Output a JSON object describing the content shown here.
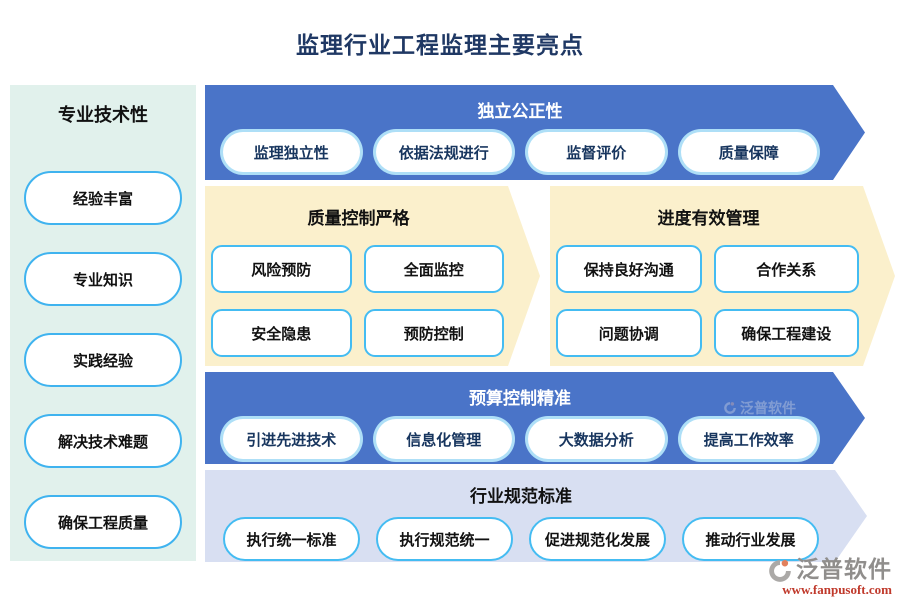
{
  "page": {
    "title": "监理行业工程监理主要亮点"
  },
  "colors": {
    "title_navy": "#1F3864",
    "band_blue": "#4A74C8",
    "band_cream": "#FBF0CC",
    "band_periwinkle": "#D8DFF2",
    "sidebar_mint": "#E1F1EC",
    "pill_border_blue": "#44BCF2",
    "pill_text_navy": "#17355E",
    "brand_gray": "#908E8C",
    "brand_red": "#C0392B"
  },
  "sidebar": {
    "title": "专业技术性",
    "items": [
      "经验丰富",
      "专业知识",
      "实践经验",
      "解决技术难题",
      "确保工程质量"
    ]
  },
  "bands": [
    {
      "title": "独立公正性",
      "pills": [
        "监理独立性",
        "依据法规进行",
        "监督评价",
        "质量保障"
      ]
    },
    {
      "sections": [
        {
          "title": "质量控制严格",
          "pills": [
            "风险预防",
            "全面监控",
            "安全隐患",
            "预防控制"
          ]
        },
        {
          "title": "进度有效管理",
          "pills": [
            "保持良好沟通",
            "合作关系",
            "问题协调",
            "确保工程建设"
          ]
        }
      ]
    },
    {
      "title": "预算控制精准",
      "pills": [
        "引进先进技术",
        "信息化管理",
        "大数据分析",
        "提高工作效率"
      ]
    },
    {
      "title": "行业规范标准",
      "pills": [
        "执行统一标准",
        "执行规范统一",
        "促进规范化发展",
        "推动行业发展"
      ]
    }
  ],
  "watermark": {
    "brand": "泛普软件"
  },
  "footer": {
    "brand": "泛普软件",
    "url": "www.fanpusoft.com"
  }
}
